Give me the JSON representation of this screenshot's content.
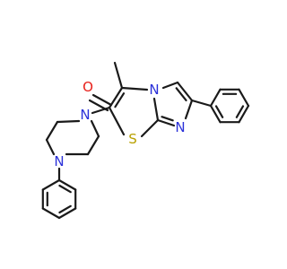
{
  "molecule": {
    "atom_labels": {
      "O": "O",
      "N_piperazine_top": "N",
      "N_piperazine_bottom": "N",
      "N_bridgehead": "N",
      "N_imidazole": "N",
      "S": "S"
    }
  },
  "colors": {
    "bond": "#1a1a1a",
    "oxygen": "#e8201a",
    "nitrogen": "#2b31d9",
    "sulfur": "#b8a000",
    "background": "#ffffff"
  }
}
